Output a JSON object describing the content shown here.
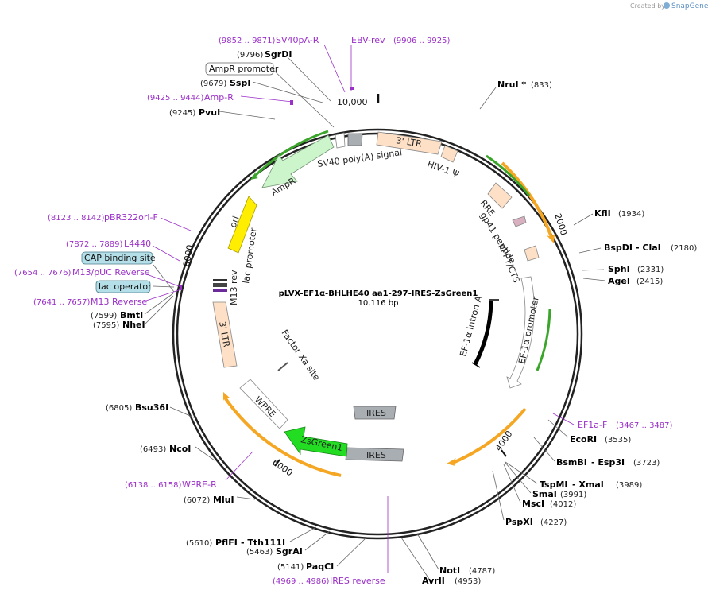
{
  "header": {
    "credit": "Created by",
    "brand": "SnapGene"
  },
  "plasmid": {
    "name": "pLVX-EF1α-BHLHE40 aa1-297-IRES-ZsGreen1",
    "size": "10,116 bp"
  },
  "ticks": [
    "10,000",
    "2000",
    "4000",
    "6000",
    "8000"
  ],
  "sites": [
    {
      "name": "NruI *",
      "pos": "(833)"
    },
    {
      "name": "KflI",
      "pos": "(1934)"
    },
    {
      "name": "BspDI",
      "pair": "- ClaI",
      "pos": "(2180)"
    },
    {
      "name": "SphI",
      "pos": "(2331)"
    },
    {
      "name": "AgeI",
      "pos": "(2415)"
    },
    {
      "name": "EcoRI",
      "pos": "(3535)"
    },
    {
      "name": "BsmBI",
      "pair": "- Esp3I",
      "pos": "(3723)"
    },
    {
      "name": "TspMI",
      "pair": "- XmaI",
      "pos": "(3989)"
    },
    {
      "name": "SmaI",
      "pos": "(3991)"
    },
    {
      "name": "MscI",
      "pos": "(4012)"
    },
    {
      "name": "PspXI",
      "pos": "(4227)"
    },
    {
      "name": "NotI",
      "pos": "(4787)"
    },
    {
      "name": "AvrII",
      "pos": "(4953)"
    },
    {
      "name": "PaqCI",
      "pos": "(5141)"
    },
    {
      "name": "SgrAI",
      "pos": "(5463)"
    },
    {
      "name": "PflFI",
      "pair": "- Tth111I",
      "pos": "(5610)"
    },
    {
      "name": "MluI",
      "pos": "(6072)"
    },
    {
      "name": "NcoI",
      "pos": "(6493)"
    },
    {
      "name": "Bsu36I",
      "pos": "(6805)"
    },
    {
      "name": "NheI",
      "pos": "(7595)"
    },
    {
      "name": "BmtI",
      "pos": "(7599)"
    },
    {
      "name": "PvuI",
      "pos": "(9245)"
    },
    {
      "name": "SspI",
      "pos": "(9679)"
    },
    {
      "name": "SgrDI",
      "pos": "(9796)"
    }
  ],
  "primers": [
    {
      "name": "SV40pA-R",
      "range": "(9852 .. 9871)"
    },
    {
      "name": "EBV-rev",
      "range": "(9906 .. 9925)"
    },
    {
      "name": "Amp-R",
      "range": "(9425 .. 9444)"
    },
    {
      "name": "pBR322ori-F",
      "range": "(8123 .. 8142)"
    },
    {
      "name": "L4440",
      "range": "(7872 .. 7889)"
    },
    {
      "name": "M13/pUC Reverse",
      "range": "(7654 .. 7676)"
    },
    {
      "name": "M13 Reverse",
      "range": "(7641 .. 7657)"
    },
    {
      "name": "EF1a-F",
      "range": "(3467 .. 3487)"
    },
    {
      "name": "WPRE-R",
      "range": "(6138 .. 6158)"
    },
    {
      "name": "IRES reverse",
      "range": "(4969 .. 4986)"
    }
  ],
  "boxed_labels": [
    "AmpR promoter",
    "CAP binding site",
    "lac operator"
  ],
  "features": {
    "ltr_top": "3' LTR",
    "hiv_psi": "HIV-1 Ψ",
    "rre": "RRE",
    "gp41": "gp41 peptide",
    "cppt": "cPPT/CTS",
    "ef1a_promoter": "EF-1α promoter",
    "ef1a_intron": "EF-1α intron A",
    "ires1": "IRES",
    "ires2": "IRES",
    "zsgreen": "ZsGreen1",
    "wpre": "WPRE",
    "factor_xa": "Factor Xa site",
    "ltr_left": "3' LTR",
    "m13rev": "M13 rev",
    "lac_promoter": "lac promoter",
    "ori": "ori",
    "ampr": "AmpR",
    "sv40": "SV40 poly(A) signal"
  },
  "colors": {
    "primer": "#9b30c8",
    "ltr": "#fde0c5",
    "ampr": "#ccf5cc",
    "ori": "#ffee00",
    "zsgreen": "#22dd22",
    "ires": "#a9aeb3",
    "orange_arrow": "#f5a623",
    "green_arrow": "#3aa52a"
  }
}
